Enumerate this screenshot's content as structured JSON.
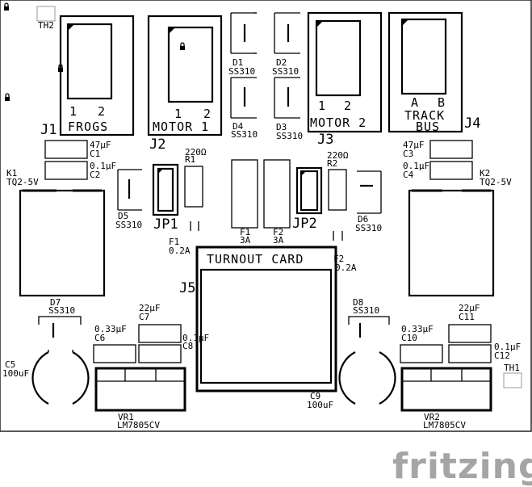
{
  "board": {
    "connectors": {
      "j1": {
        "ref": "J1",
        "label": "FROGS",
        "pin1": "1",
        "pin2": "2"
      },
      "j2": {
        "ref": "J2",
        "label": "MOTOR 1",
        "pin1": "1",
        "pin2": "2"
      },
      "j3": {
        "ref": "J3",
        "label": "MOTOR 2",
        "pin1": "1",
        "pin2": "2"
      },
      "j4": {
        "ref": "J4",
        "label1": "TRACK",
        "label2": "BUS",
        "pin1": "A",
        "pin2": "B"
      },
      "j5": {
        "ref": "J5",
        "label": "TURNOUT CARD"
      }
    },
    "thermistors": {
      "th1": "TH1",
      "th2": "TH2"
    },
    "diodes": {
      "d1": {
        "ref": "D1",
        "value": "SS310"
      },
      "d2": {
        "ref": "D2",
        "value": "SS310"
      },
      "d3": {
        "ref": "D3",
        "value": "SS310"
      },
      "d4": {
        "ref": "D4",
        "value": "SS310"
      },
      "d5": {
        "ref": "D5",
        "value": "SS310"
      },
      "d6": {
        "ref": "D6",
        "value": "SS310"
      },
      "d7": {
        "ref": "D7",
        "value": "SS310"
      },
      "d8": {
        "ref": "D8",
        "value": "SS310"
      }
    },
    "capacitors": {
      "c1": {
        "ref": "C1",
        "value": "47µF"
      },
      "c2": {
        "ref": "C2",
        "value": "0.1µF"
      },
      "c3": {
        "ref": "C3",
        "value": "47µF"
      },
      "c4": {
        "ref": "C4",
        "value": "0.1µF"
      },
      "c5": {
        "ref": "C5",
        "value": "100uF"
      },
      "c6": {
        "ref": "C6",
        "value": "0.33µF"
      },
      "c7": {
        "ref": "C7",
        "value": "22µF"
      },
      "c8": {
        "ref": "C8",
        "value": "0.1µF"
      },
      "c9": {
        "ref": "C9",
        "value": "100uF"
      },
      "c10": {
        "ref": "C10",
        "value": "0.33µF"
      },
      "c11": {
        "ref": "C11",
        "value": "22µF"
      },
      "c12": {
        "ref": "C12",
        "value": "0.1µF"
      }
    },
    "relays": {
      "k1": {
        "ref": "K1",
        "value": "TQ2-5V"
      },
      "k2": {
        "ref": "K2",
        "value": "TQ2-5V"
      }
    },
    "resistors": {
      "r1": {
        "ref": "R1",
        "value": "220Ω"
      },
      "r2": {
        "ref": "R2",
        "value": "220Ω"
      }
    },
    "jumpers": {
      "jp1": "JP1",
      "jp2": "JP2"
    },
    "fuses": {
      "f1": {
        "ref": "F1",
        "value": "3A"
      },
      "f2": {
        "ref": "F2",
        "value": "3A"
      },
      "fl": {
        "ref": "F1",
        "value": "0.2A"
      },
      "fr": {
        "ref": "F2",
        "value": "0.2A"
      }
    },
    "regulators": {
      "vr1": {
        "ref": "VR1",
        "value": "LM7805CV"
      },
      "vr2": {
        "ref": "VR2",
        "value": "LM7805CV"
      }
    }
  },
  "brand": {
    "name": "fritzing"
  }
}
